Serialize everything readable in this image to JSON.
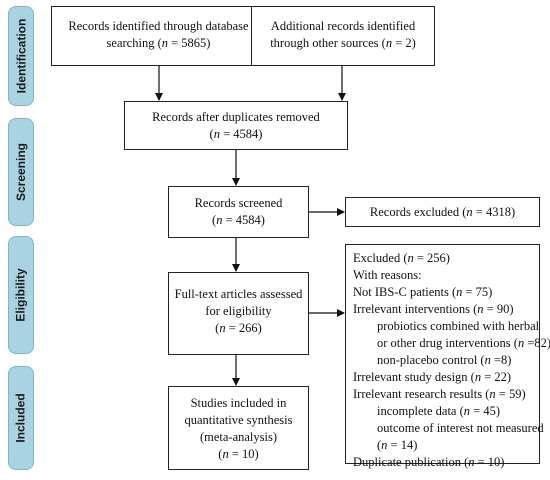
{
  "accent_color": "#a9d3e3",
  "phases": [
    {
      "id": "identification",
      "label": "Identification"
    },
    {
      "id": "screening",
      "label": "Screening"
    },
    {
      "id": "eligibility",
      "label": "Eligibility"
    },
    {
      "id": "included",
      "label": "Included"
    }
  ],
  "boxes": {
    "database_records": {
      "line1": "Records identified through database",
      "line2_pre": "searching (",
      "n": "n",
      "line2_post": " = 5865)"
    },
    "other_records": {
      "line1": "Additional records identified",
      "line2_pre": "through other sources (",
      "n": "n",
      "line2_post": " = 2)"
    },
    "after_duplicates": {
      "line1": "Records after duplicates removed",
      "line2_pre": "(",
      "n": "n",
      "line2_post": " = 4584)"
    },
    "screened": {
      "line1": "Records screened",
      "line2_pre": "(",
      "n": "n",
      "line2_post": " = 4584)"
    },
    "excluded_records": {
      "text_pre": "Records excluded (",
      "n": "n",
      "text_post": " = 4318)"
    },
    "full_text": {
      "line1": "Full-text articles assessed",
      "line2": "for eligibility",
      "line3_pre": "(",
      "n": "n",
      "line3_post": " = 266)"
    },
    "included_studies": {
      "line1": "Studies included in",
      "line2": "quantitative synthesis",
      "line3": "(meta-analysis)",
      "line4_pre": "(",
      "n": "n",
      "line4_post": " = 10)"
    },
    "excluded_full": {
      "lines": [
        {
          "pre": "Excluded (",
          "n": "n",
          "post": " = 256)",
          "indent": false
        },
        {
          "pre": "With reasons:",
          "n": "",
          "post": "",
          "indent": false
        },
        {
          "pre": "Not IBS-C patients (",
          "n": "n",
          "post": " = 75)",
          "indent": false
        },
        {
          "pre": "Irrelevant interventions (",
          "n": "n",
          "post": " = 90)",
          "indent": false
        },
        {
          "pre": "probiotics combined with herbal",
          "n": "",
          "post": "",
          "indent": true
        },
        {
          "pre": "or other drug interventions (",
          "n": "n",
          "post": " =82)",
          "indent": true
        },
        {
          "pre": "non-placebo control (",
          "n": "n",
          "post": " =8)",
          "indent": true
        },
        {
          "pre": "Irrelevant study design (",
          "n": "n",
          "post": " = 22)",
          "indent": false
        },
        {
          "pre": "Irrelevant research results (",
          "n": "n",
          "post": " = 59)",
          "indent": false
        },
        {
          "pre": "incomplete data (",
          "n": "n",
          "post": " = 45)",
          "indent": true
        },
        {
          "pre": "outcome of interest not measured",
          "n": "",
          "post": "",
          "indent": true
        },
        {
          "pre": "(",
          "n": "n",
          "post": " = 14)",
          "indent": true
        },
        {
          "pre": "Duplicate publication (",
          "n": "n",
          "post": " = 10)",
          "indent": false
        }
      ]
    }
  }
}
